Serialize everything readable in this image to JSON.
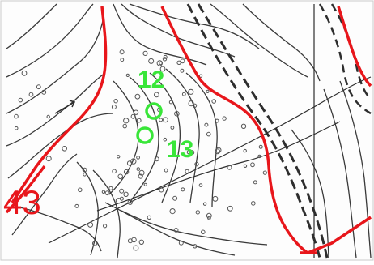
{
  "map": {
    "region_label": "43",
    "markers": [
      {
        "label": "12"
      },
      {
        "label": "13"
      }
    ],
    "colors": {
      "boundary": "#e8161b",
      "marker": "#39e639",
      "contour": "#3a3a3a",
      "trail": "#2e2e2e",
      "background": "#fdfdfd"
    }
  }
}
